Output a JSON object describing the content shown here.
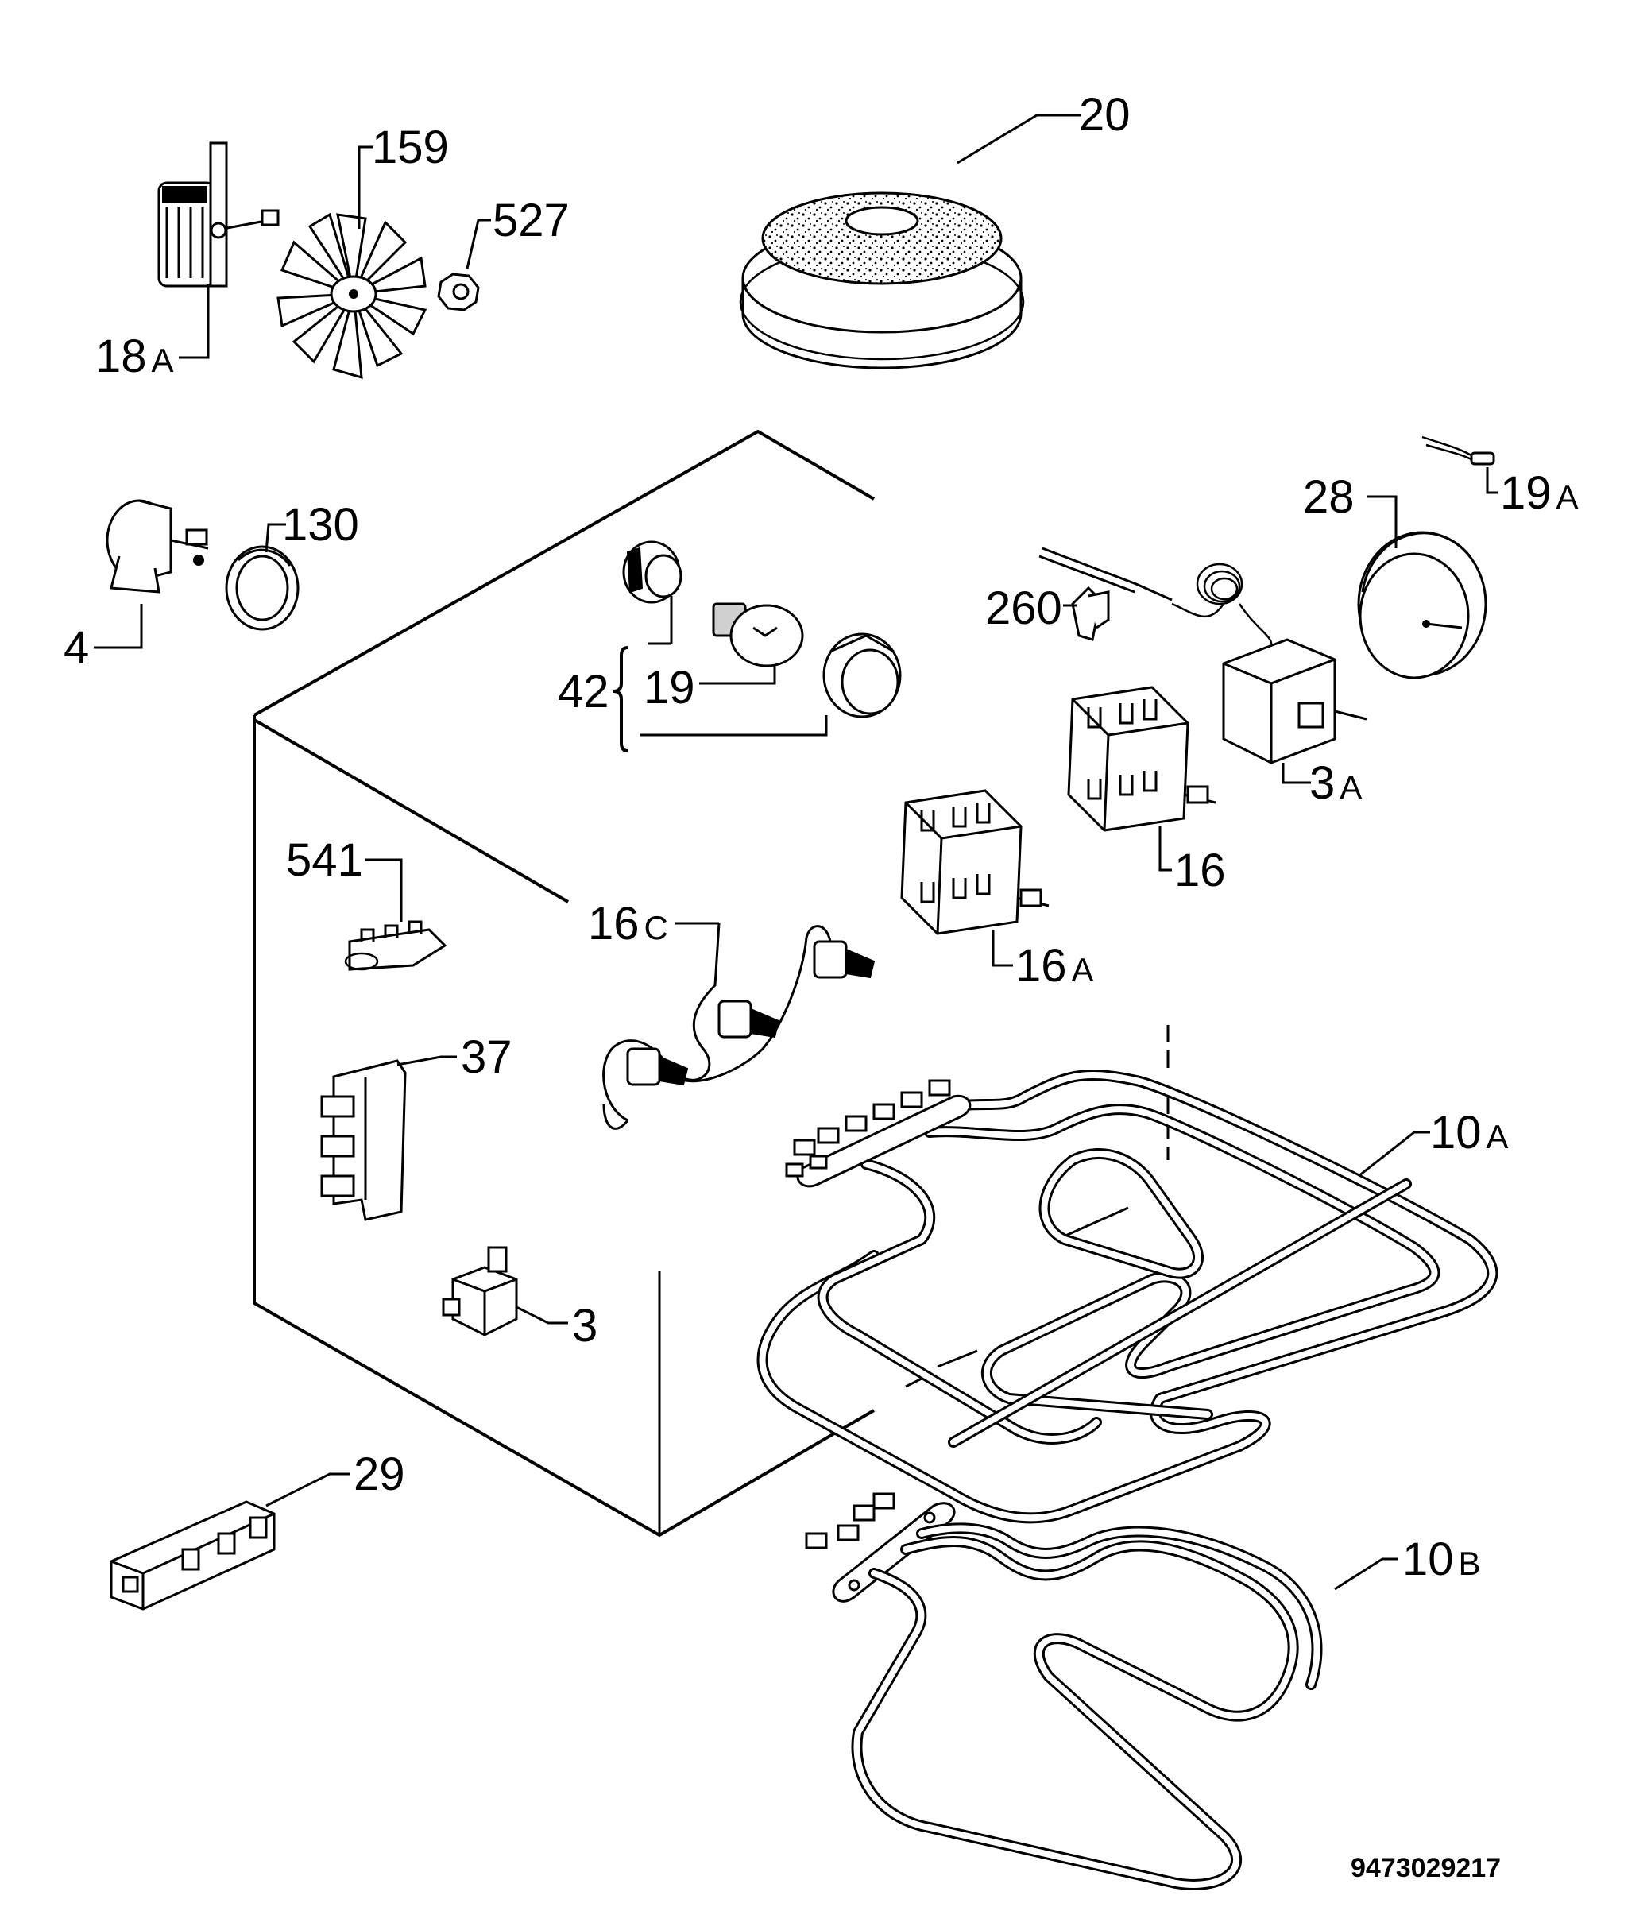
{
  "labels": {
    "p20": "20",
    "p159": "159",
    "p527": "527",
    "p18a": "18",
    "p18a_sfx": "A",
    "p130": "130",
    "p4": "4",
    "p19a": "19",
    "p19a_sfx": "A",
    "p28": "28",
    "p260": "260",
    "p42": "42",
    "p19": "19",
    "p3a": "3",
    "p3a_sfx": "A",
    "p16": "16",
    "p541": "541",
    "p16c": "16",
    "p16c_sfx": "C",
    "p16a": "16",
    "p16a_sfx": "A",
    "p37": "37",
    "p10a": "10",
    "p10a_sfx": "A",
    "p3": "3",
    "p29": "29",
    "p10b": "10",
    "p10b_sfx": "B"
  },
  "document_number": "9473029217",
  "colors": {
    "line": "#000000",
    "background": "#ffffff"
  }
}
